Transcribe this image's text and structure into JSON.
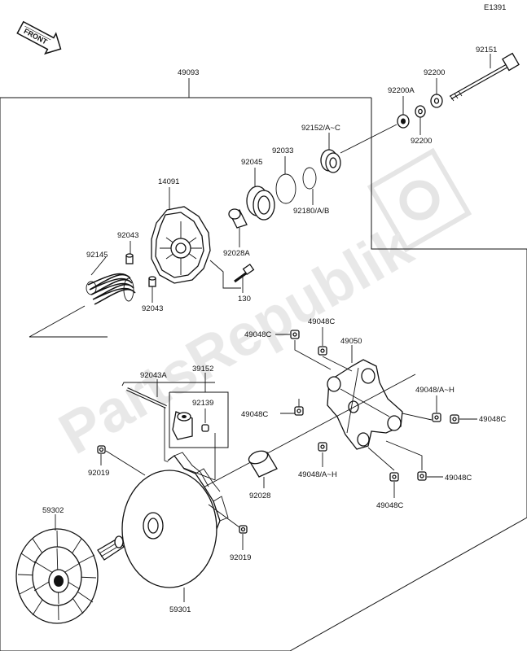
{
  "diagram_id": "E1391",
  "front_badge": "FRONT",
  "watermark": "PartsRepublik",
  "colors": {
    "line": "#111111",
    "watermark": "#d9d9d9",
    "background": "#ffffff"
  },
  "icons": {
    "front_arrow": "front-arrow-icon",
    "watermark_gear": "gear-icon"
  },
  "labels": {
    "p49093": "49093",
    "p92151": "92151",
    "p92200_top": "92200",
    "p92200a": "92200A",
    "p92200_bottom": "92200",
    "p92152": "92152/A~C",
    "p92033": "92033",
    "p92045": "92045",
    "p14091": "14091",
    "p92180": "92180/A/B",
    "p92043_top": "92043",
    "p92028a": "92028A",
    "p92145": "92145",
    "p130": "130",
    "p92043_bottom": "92043",
    "p49048c_a": "49048C",
    "p49048c_b": "49048C",
    "p49050": "49050",
    "p92043a": "92043A",
    "p39152": "39152",
    "p92139": "92139",
    "p49048ah_a": "49048/A~H",
    "p49048c_c": "49048C",
    "p49048c_d": "49048C",
    "p92019_a": "92019",
    "p92028": "92028",
    "p49048ah_b": "49048/A~H",
    "p49048c_e": "49048C",
    "p59302": "59302",
    "p49048c_f": "49048C",
    "p92019_b": "92019",
    "p59301": "59301"
  }
}
